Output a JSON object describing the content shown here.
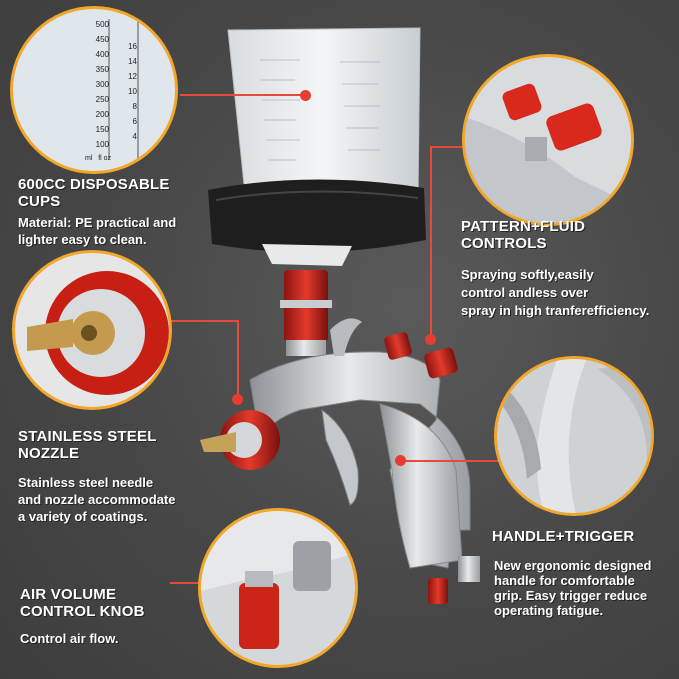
{
  "features": [
    {
      "heading_lines": [
        "600CC DISPOSABLE",
        "CUPS"
      ],
      "body_lines": [
        "Material:  PE practical and",
        "lighter easy to clean."
      ]
    },
    {
      "heading_lines": [
        "PATTERN+FLUID",
        "CONTROLS"
      ],
      "body_lines": [
        "Spraying softly,easily",
        "control andless over",
        "spray in high tranferefficiency."
      ]
    },
    {
      "heading_lines": [
        "STAINLESS STEEL",
        "NOZZLE"
      ],
      "body_lines": [
        "Stainless steel needle",
        "and nozzle accommodate",
        "a variety of coatings."
      ]
    },
    {
      "heading_lines": [
        "HANDLE+TRIGGER"
      ],
      "body_lines": [
        "New ergonomic designed",
        "handle for comfortable",
        "grip. Easy trigger reduce",
        "operating fatigue."
      ]
    },
    {
      "heading_lines": [
        "AIR VOLUME",
        "CONTROL KNOB"
      ],
      "body_lines": [
        "Control air flow."
      ]
    }
  ],
  "cup_scale": {
    "ml_values": [
      "500",
      "450",
      "400",
      "350",
      "300",
      "250",
      "200",
      "150",
      "100"
    ],
    "oz_values": [
      "16",
      "14",
      "12",
      "10",
      "8",
      "6",
      "4"
    ],
    "unit_ml": "ml",
    "unit_floz": "fl oz"
  },
  "colors": {
    "background": "#4a4a4a",
    "accent_orange": "#f2a72a",
    "accent_red": "#e53d2f",
    "text": "#ffffff"
  }
}
